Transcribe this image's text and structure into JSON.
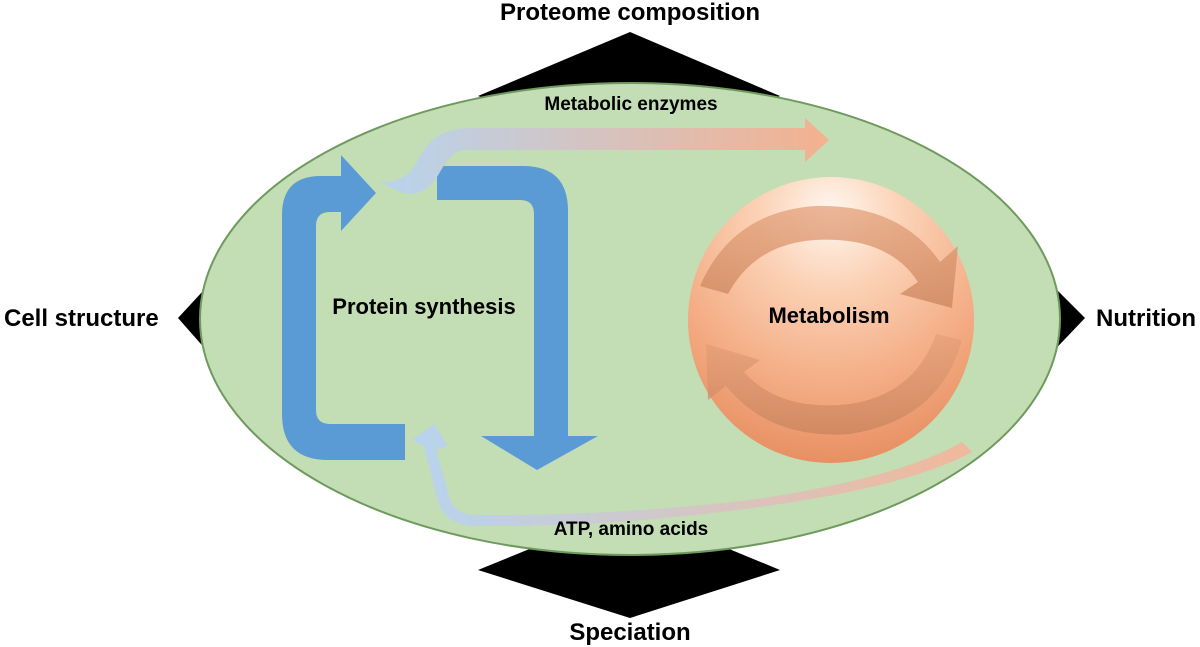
{
  "outer_labels": {
    "top": "Proteome composition",
    "left": "Cell structure",
    "right": "Nutrition",
    "bottom": "Speciation"
  },
  "nodes": {
    "protein_synthesis": "Protein synthesis",
    "metabolism": "Metabolism"
  },
  "flows": {
    "to_metabolism": "Metabolic enzymes",
    "to_protein_synthesis": "ATP, amino acids"
  },
  "colors": {
    "cell_fill": "#c3ddb4",
    "cell_stroke": "#6f9a5e",
    "cycle_arrows": "#5b9bd5",
    "metabolism_sphere": "#f2a67c",
    "diamond": "#000000"
  }
}
